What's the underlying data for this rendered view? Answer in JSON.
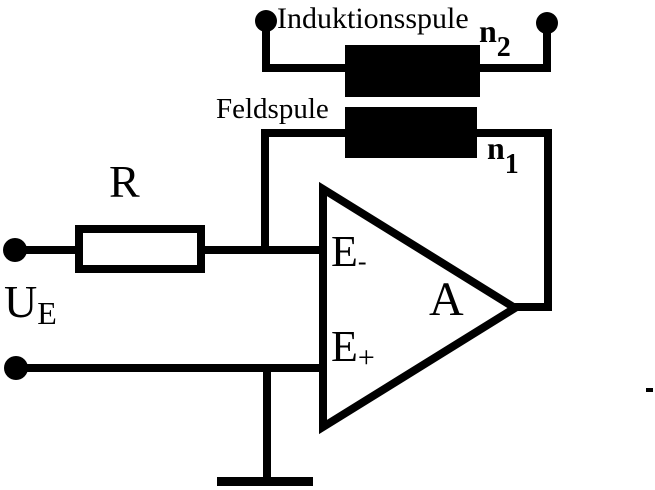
{
  "diagram": {
    "type": "circuit-schematic",
    "background_color": "#ffffff",
    "ink_color": "#000000",
    "components": [
      "input-terminal-top",
      "input-terminal-bottom",
      "resistor",
      "operational-amplifier",
      "field-coil",
      "induction-coil",
      "induction-terminal-left",
      "induction-terminal-right",
      "ground"
    ],
    "labels": {
      "induktionsspule": "Induktionsspule",
      "n2_base": "n",
      "n2_sub": "2",
      "feldspule": "Feldspule",
      "n1_base": "n",
      "n1_sub": "1",
      "resistor": "R",
      "input_voltage_base": "U",
      "input_voltage_sub": "E",
      "inverting_input_base": "E",
      "inverting_input_sub": "-",
      "noninverting_input_base": "E",
      "noninverting_input_sub": "+",
      "amplifier": "A"
    }
  }
}
